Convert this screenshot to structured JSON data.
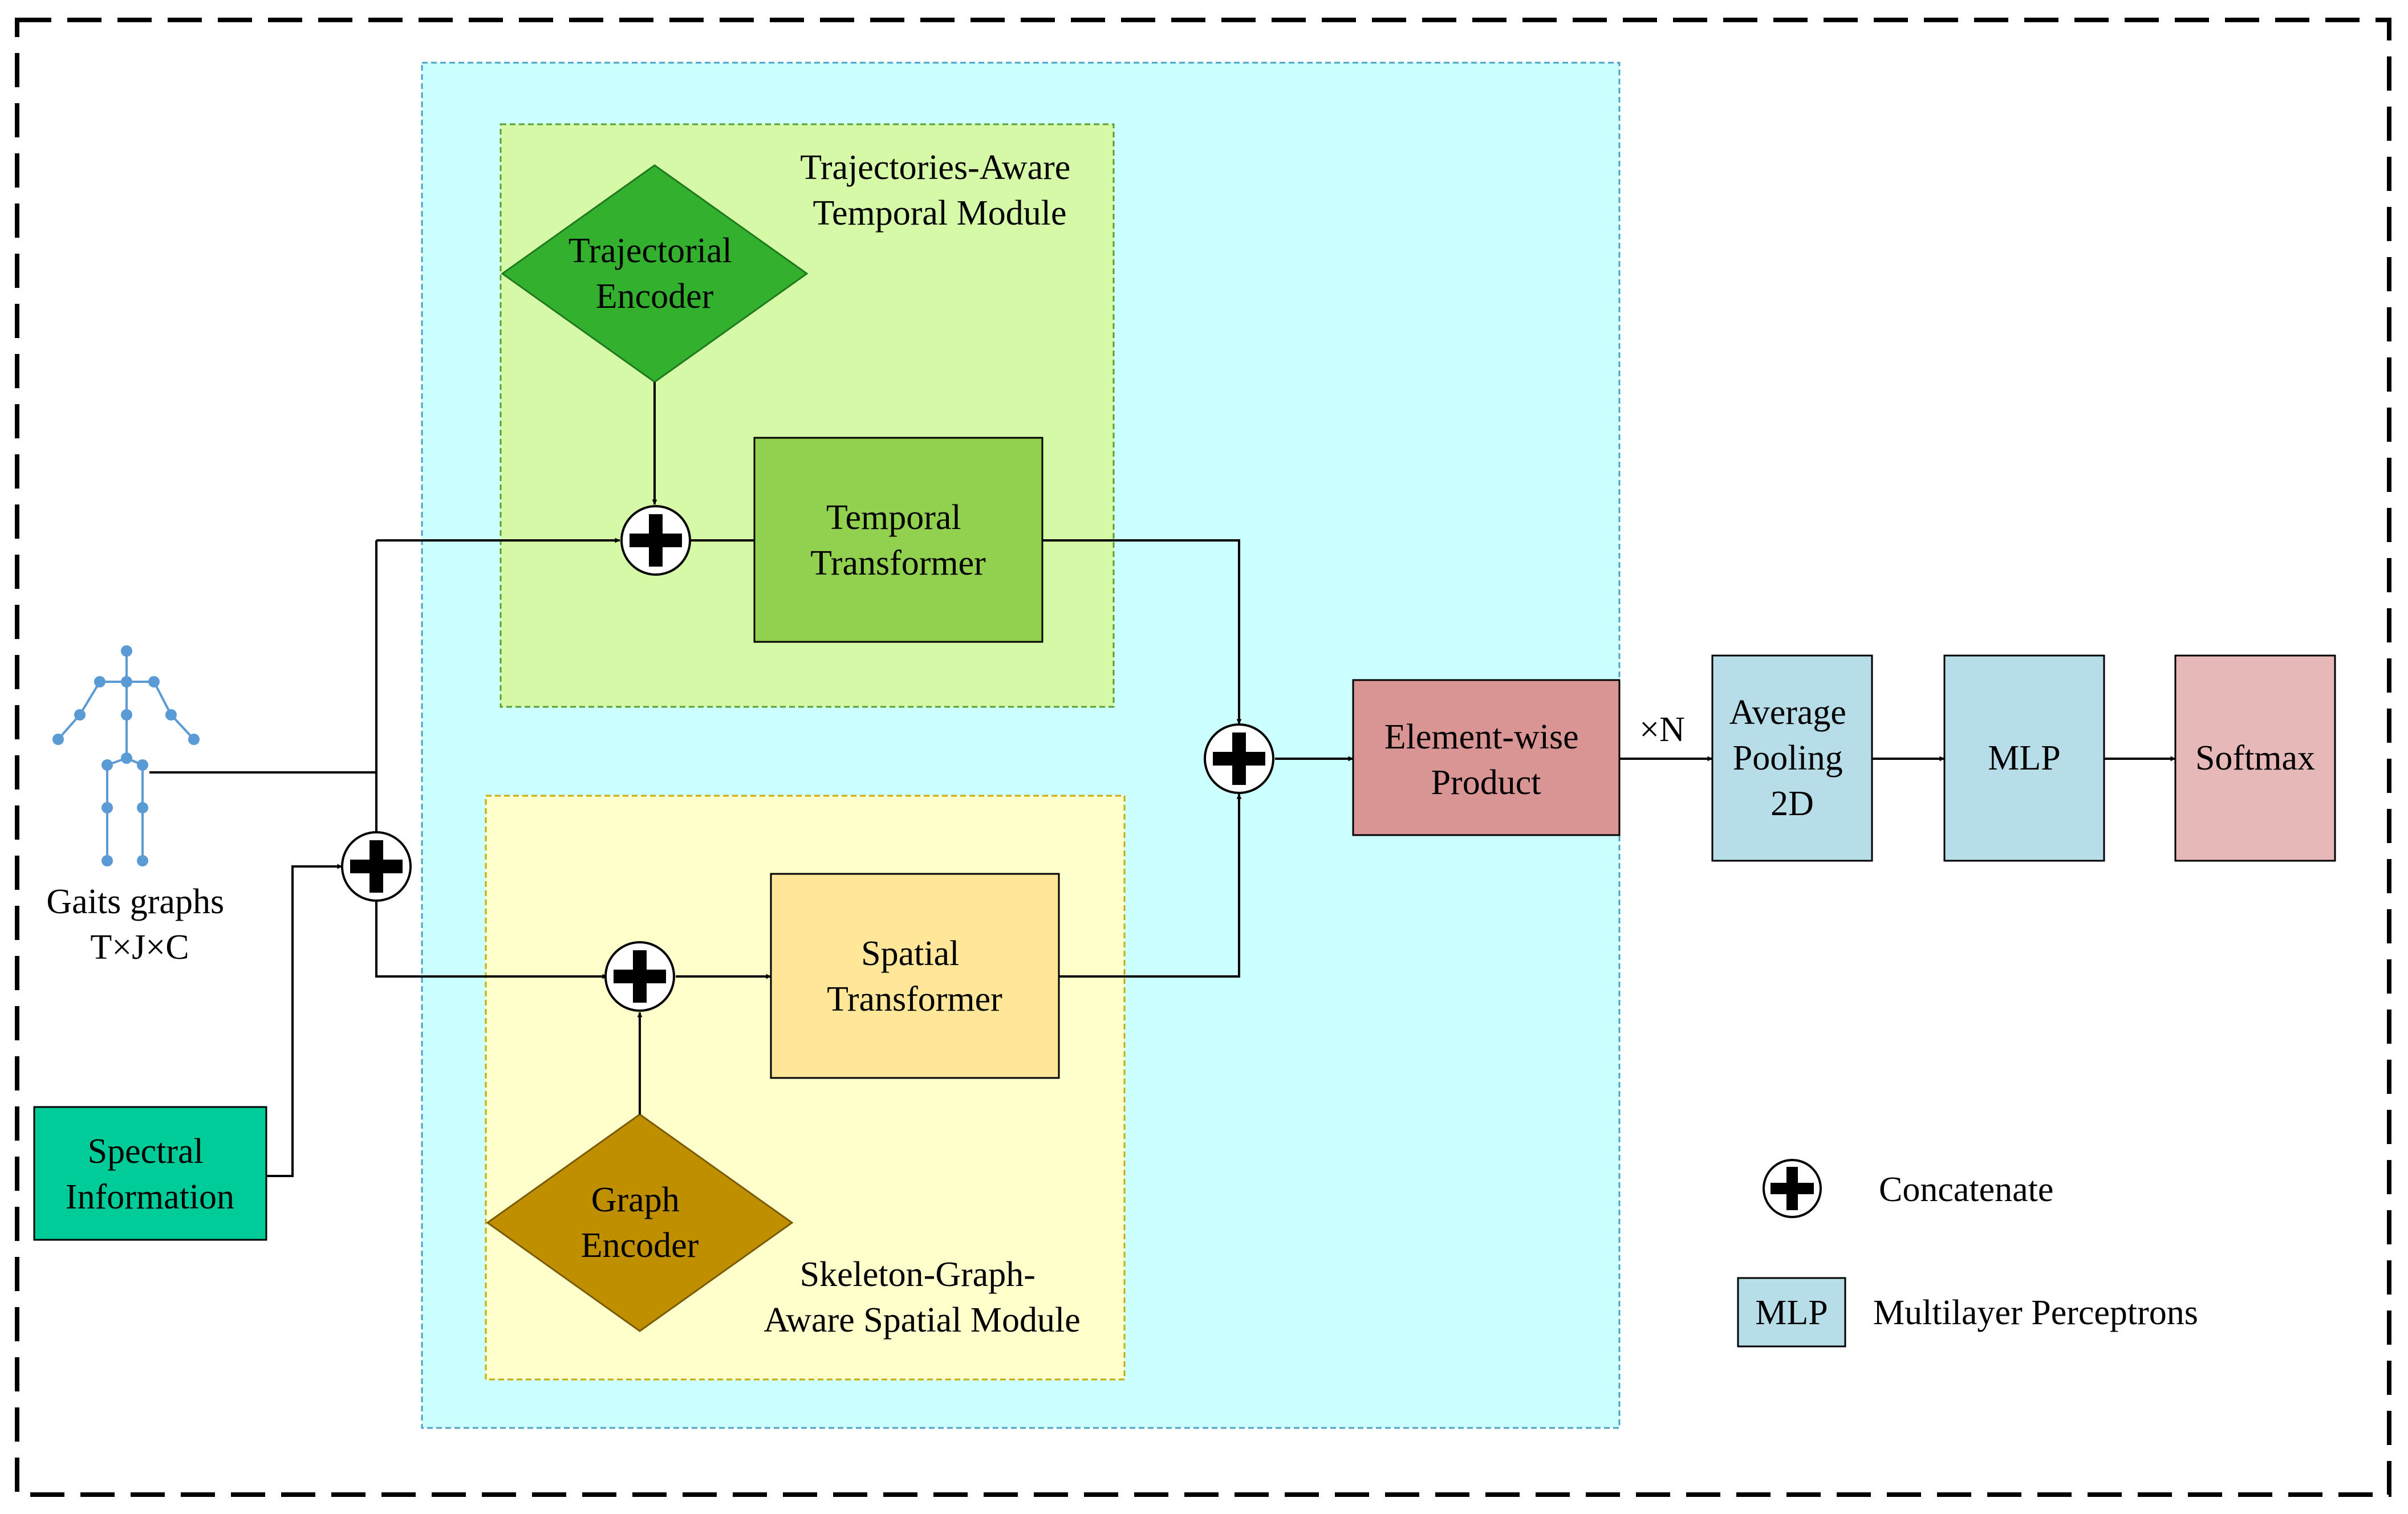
{
  "modules": {
    "temporal_module_title": [
      "Trajectories-Aware",
      "Temporal Module"
    ],
    "spatial_module_title": [
      "Skeleton-Graph-",
      "Aware Spatial Module"
    ]
  },
  "nodes": {
    "trajectorial_encoder": [
      "Trajectorial",
      "Encoder"
    ],
    "temporal_transformer": [
      "Temporal",
      "Transformer"
    ],
    "graph_encoder": [
      "Graph",
      "Encoder"
    ],
    "spatial_transformer": [
      "Spatial",
      "Transformer"
    ],
    "element_wise_product": [
      "Element-wise",
      "Product"
    ],
    "average_pooling": [
      "Average",
      "Pooling",
      "2D"
    ],
    "mlp": "MLP",
    "softmax": "Softmax",
    "spectral_information": [
      "Spectral",
      "Information"
    ],
    "gaits_graphs": [
      "Gaits graphs",
      "T×J×C"
    ]
  },
  "repeat_label": "×N",
  "legend": {
    "concatenate_label": "Concatenate",
    "mlp_key": "MLP",
    "mlp_description": "Multilayer Perceptrons"
  },
  "colors": {
    "outer_module_bg": "#ccffff",
    "temporal_module_bg": "#d6f9a8",
    "spatial_module_bg": "#ffffcc",
    "trajectorial_encoder": "#33b02e",
    "temporal_transformer": "#92d050",
    "graph_encoder": "#bf8f00",
    "spatial_transformer": "#ffe699",
    "element_wise_product": "#d99594",
    "average_pooling": "#b7dde8",
    "mlp": "#b7dde8",
    "softmax": "#e6b8b7",
    "spectral_information": "#00cc99",
    "skeleton": "#5b9bd5"
  }
}
